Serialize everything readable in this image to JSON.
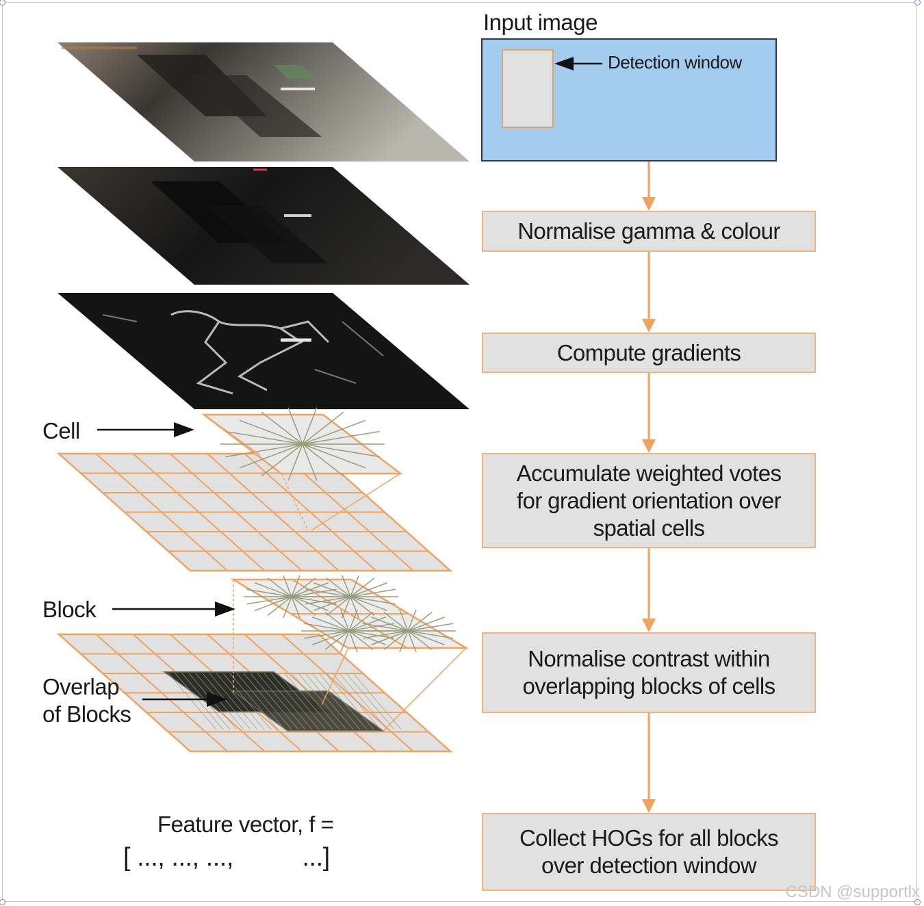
{
  "input": {
    "title": "Input image",
    "detection_label": "Detection window"
  },
  "steps": [
    "Normalise gamma & colour",
    "Compute gradients",
    "Accumulate weighted votes\nfor gradient orientation over\nspatial cells",
    "Normalise contrast within\noverlapping blocks of cells",
    "Collect HOGs for all blocks\nover detection window"
  ],
  "left_labels": {
    "cell": "Cell",
    "block": "Block",
    "overlap": "Overlap\nof Blocks"
  },
  "feature_vector": {
    "label": "Feature vector, f =",
    "bracket": "[ ..., ..., ...,          ...]"
  },
  "watermark": "CSDN @supportlx",
  "colors": {
    "accent_orange": "#f0a35e",
    "box_fill": "#e1e1e1",
    "input_blue": "#a4ccee"
  }
}
